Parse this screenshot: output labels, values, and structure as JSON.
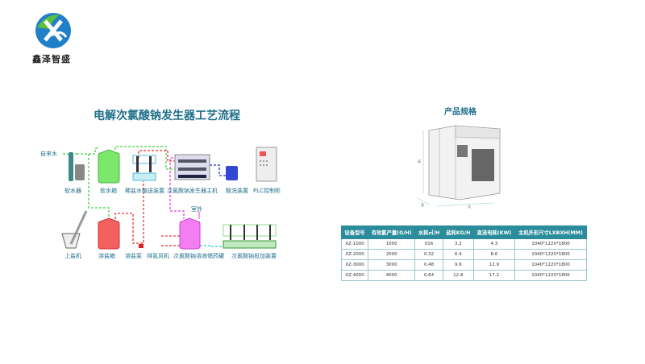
{
  "brand": {
    "name": "鑫泽智盛",
    "logo_letters": "XZ"
  },
  "process": {
    "title": "电解次氯酸钠发生器工艺流程",
    "labels": {
      "tap_water": "自来水",
      "softener": "软水器",
      "soft_tank": "软水箱",
      "brine_unit": "稀盐水输送装置",
      "generator": "次氯酸钠发生器主机",
      "acid_wash": "酸洗装置",
      "plc": "PLC控制柜",
      "outdoor": "室外",
      "salt_loader": "上盐机",
      "salt_tank": "溶盐箱",
      "salt_pump": "溶盐泵",
      "h2_fan": "排氢风机",
      "storage_tank": "次氯酸钠溶液储药罐",
      "dosing": "次氯酸钠投加装置"
    }
  },
  "spec": {
    "title": "产品规格",
    "dims": {
      "height": "高",
      "width": "宽",
      "length": "长"
    },
    "headers": [
      "设备型号",
      "有效氯产量(G/H)",
      "水耗㎥/H",
      "盐耗KG/H",
      "直流电耗(KW)",
      "主机外形尺寸LXBXH(MM)"
    ],
    "rows": [
      [
        "XZ-1000",
        "1000",
        "016",
        "3.2",
        "4.3",
        "1040*1220*1800"
      ],
      [
        "XZ-2000",
        "2000",
        "0.32",
        "6.4",
        "8.6",
        "1040*1220*1800"
      ],
      [
        "XZ-3000",
        "3000",
        "0.48",
        "9.6",
        "12.9",
        "1040*1220*1800"
      ],
      [
        "XZ-4000",
        "4000",
        "0.64",
        "12.8",
        "17.2",
        "1040*1220*1800"
      ]
    ]
  },
  "colors": {
    "title": "#1f6f8b",
    "table_header": "#2b8c9c"
  }
}
